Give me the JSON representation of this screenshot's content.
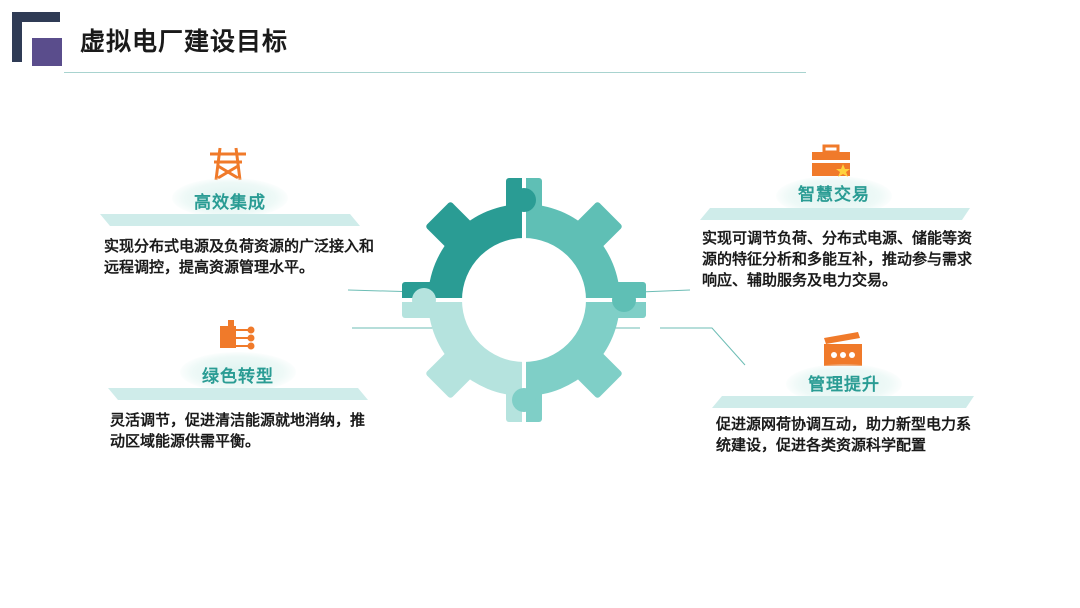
{
  "title": "虚拟电厂建设目标",
  "items": [
    {
      "label": "高效集成",
      "icon": "transmission-tower-icon",
      "desc": "实现分布式电源及负荷资源的广泛接入和远程调控，提高资源管理水平。"
    },
    {
      "label": "绿色转型",
      "icon": "network-nodes-icon",
      "desc": "灵活调节，促进清洁能源就地消纳，推动区域能源供需平衡。"
    },
    {
      "label": "智慧交易",
      "icon": "briefcase-star-icon",
      "desc": "实现可调节负荷、分布式电源、储能等资源的特征分析和多能互补，推动参与需求响应、辅助服务及电力交易。"
    },
    {
      "label": "管理提升",
      "icon": "clapperboard-icon",
      "desc": "促进源网荷协调互动，助力新型电力系统建设，促进各类资源科学配置"
    }
  ],
  "colors": {
    "teal_dark": "#2a9c94",
    "teal_light": "#7fcfc7",
    "teal_pale": "#b5e3de",
    "orange": "#f07a2a",
    "logo_purple": "#5a4d8c"
  }
}
